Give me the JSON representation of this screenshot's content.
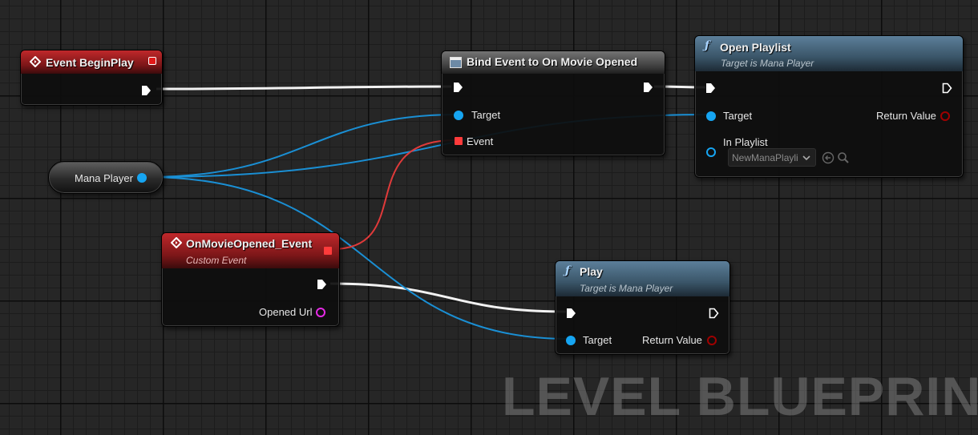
{
  "nodes": {
    "begin_play": {
      "title": "Event BeginPlay"
    },
    "bind_event": {
      "title": "Bind Event to On Movie Opened",
      "target_label": "Target",
      "event_label": "Event"
    },
    "open_playlist": {
      "title": "Open Playlist",
      "subtitle": "Target is Mana Player",
      "target_label": "Target",
      "return_label": "Return Value",
      "playlist_label": "In Playlist",
      "playlist_value": "NewManaPlayli"
    },
    "mana_player": {
      "label": "Mana Player"
    },
    "custom_event": {
      "title": "OnMovieOpened_Event",
      "subtitle": "Custom Event",
      "opened_url_label": "Opened Url"
    },
    "play": {
      "title": "Play",
      "subtitle": "Target is Mana Player",
      "target_label": "Target",
      "return_label": "Return Value"
    }
  },
  "watermark": "LEVEL BLUEPRINT",
  "colors": {
    "exec": "#ffffff",
    "object": "#16a5f2",
    "delegate": "#ff3b3b",
    "string": "#e62ae6",
    "event_header": "#b02327",
    "function_header": "#4a6a82"
  }
}
